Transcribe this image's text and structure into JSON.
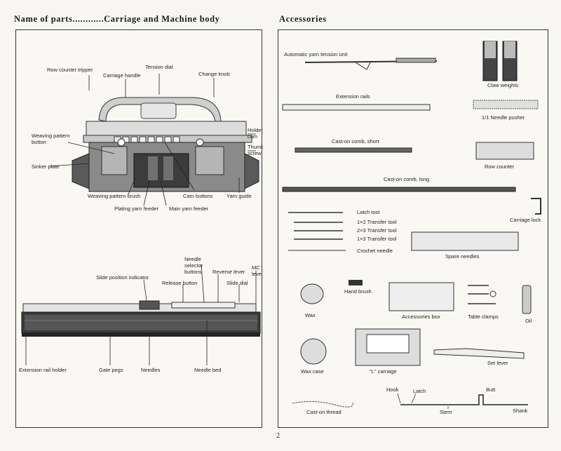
{
  "left": {
    "heading": "Name of parts............Carriage and Machine body",
    "carriage_labels": {
      "row_counter_tripper": "Row counter tripper",
      "carriage_handle": "Carriage handle",
      "tension_dial": "Tension dial",
      "change_knob": "Change knob",
      "weaving_pattern_button": "Weaving pattern button",
      "holder_cam": "Holder cam",
      "thumb_screw": "Thumb screw",
      "sinker_plate": "Sinker plate",
      "weaving_pattern_brush": "Weaving pattern brush",
      "plating_yarn_feeder": "Plating yarn feeder",
      "main_yarn_feeder": "Main yarn feeder",
      "cam_buttons": "Cam buttons",
      "yarn_guide": "Yarn guide"
    },
    "bed_labels": {
      "slide_position_indicator": "Slide position indicator",
      "needle_selector_buttons": "Needle selector buttons",
      "release_button": "Release button",
      "reverse_lever": "Reverse lever",
      "slide_dial": "Slide dial",
      "mc_lever": "MC lever",
      "extension_rail_holder": "Extension rail holder",
      "gate_pegs": "Gate pegs",
      "needles": "Needles",
      "needle_bed": "Needle bed"
    }
  },
  "right": {
    "heading": "Accessories",
    "items": {
      "automatic_yarn_tension_unit": "Automatic yarn tension unit",
      "claw_weights": "Claw weights",
      "extension_rails": "Extension rails",
      "needle_pusher": "1/1 Needle pusher",
      "cast_on_comb_short": "Cast-on comb, short",
      "row_counter": "Row counter",
      "cast_on_comb_long": "Cast-on comb, long",
      "latch_tool": "Latch tool",
      "transfer_tool_1x2": "1×2  Transfer tool",
      "transfer_tool_2x3": "2×3  Transfer tool",
      "transfer_tool_1x3": "1×3  Transfer tool",
      "crochet_needle": "Crochet needle",
      "carriage_lock": "Carriage lock",
      "spare_needles": "Spare needles",
      "hand_brush": "Hand brush",
      "wax": "Wax",
      "accessories_box": "Accessories box",
      "table_clamps": "Table clamps",
      "oil": "Oil",
      "wax_case": "Wax case",
      "l_carriage": "\"L\" carriage",
      "set_lever": "Set lever",
      "cast_on_thread": "Cast-on thread",
      "hook": "Hook",
      "latch": "Latch",
      "butt": "Butt",
      "stem": "Stem",
      "shank": "Shank"
    }
  },
  "page_number": "2"
}
